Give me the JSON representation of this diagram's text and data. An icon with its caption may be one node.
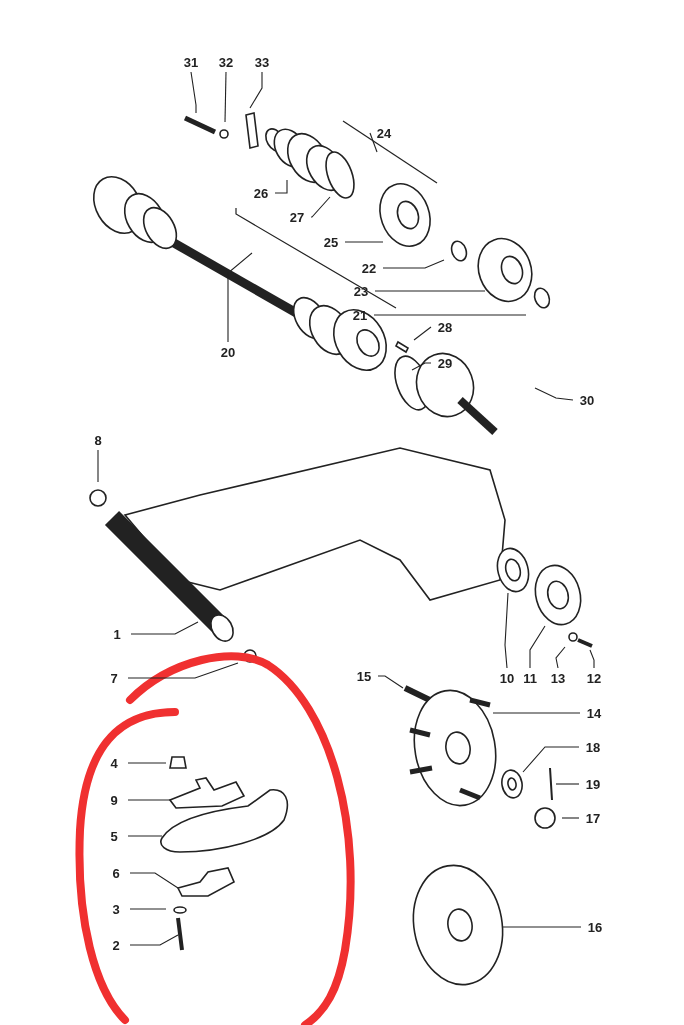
{
  "diagram": {
    "nodes": [
      {
        "text": [
          "31"
        ]
      },
      {
        "text": [
          "32"
        ]
      },
      {
        "text": [
          "33"
        ]
      },
      {
        "text": [
          "24"
        ]
      },
      {
        "text": [
          "26"
        ]
      },
      {
        "text": [
          "27"
        ]
      },
      {
        "text": [
          "25"
        ]
      },
      {
        "text": [
          "22"
        ]
      },
      {
        "text": [
          "23"
        ]
      },
      {
        "text": [
          "21"
        ]
      },
      {
        "text": [
          "20"
        ]
      },
      {
        "text": [
          "28"
        ]
      },
      {
        "text": [
          "29"
        ]
      },
      {
        "text": [
          "30"
        ]
      },
      {
        "text": [
          "8"
        ]
      },
      {
        "text": [
          "1"
        ]
      },
      {
        "text": [
          "10"
        ]
      },
      {
        "text": [
          "11"
        ]
      },
      {
        "text": [
          "13"
        ]
      },
      {
        "text": [
          "12"
        ]
      },
      {
        "text": [
          "7"
        ]
      },
      {
        "text": [
          "15"
        ]
      },
      {
        "text": [
          "14"
        ]
      },
      {
        "text": [
          "4"
        ]
      },
      {
        "text": [
          "18"
        ]
      },
      {
        "text": [
          "19"
        ]
      },
      {
        "text": [
          "9"
        ]
      },
      {
        "text": [
          "17"
        ]
      },
      {
        "text": [
          "5"
        ]
      },
      {
        "text": [
          "6"
        ]
      },
      {
        "text": [
          "3"
        ]
      },
      {
        "text": [
          "2"
        ]
      },
      {
        "text": [
          "16"
        ]
      }
    ],
    "edges": [
      {
        "from": 0,
        "to": null,
        "arrow": "none"
      },
      {
        "from": 1,
        "to": null,
        "arrow": "none"
      },
      {
        "from": 2,
        "to": null,
        "arrow": "none"
      },
      {
        "from": 3,
        "to": null,
        "arrow": "none"
      },
      {
        "from": 4,
        "to": null,
        "arrow": "none"
      },
      {
        "from": 5,
        "to": null,
        "arrow": "none"
      },
      {
        "from": 6,
        "to": null,
        "arrow": "none"
      },
      {
        "from": 7,
        "to": null,
        "arrow": "none"
      },
      {
        "from": 8,
        "to": null,
        "arrow": "none"
      },
      {
        "from": 9,
        "to": null,
        "arrow": "none"
      },
      {
        "from": 10,
        "to": null,
        "arrow": "none"
      },
      {
        "from": 11,
        "to": null,
        "arrow": "none"
      },
      {
        "from": 12,
        "to": null,
        "arrow": "none"
      },
      {
        "from": 13,
        "to": null,
        "arrow": "none"
      },
      {
        "from": 14,
        "to": null,
        "arrow": "none"
      },
      {
        "from": 15,
        "to": null,
        "arrow": "none"
      },
      {
        "from": 16,
        "to": null,
        "arrow": "none"
      },
      {
        "from": 17,
        "to": null,
        "arrow": "none"
      },
      {
        "from": 18,
        "to": null,
        "arrow": "none"
      },
      {
        "from": 19,
        "to": null,
        "arrow": "none"
      },
      {
        "from": 20,
        "to": null,
        "arrow": "none"
      },
      {
        "from": 21,
        "to": null,
        "arrow": "none"
      },
      {
        "from": 22,
        "to": null,
        "arrow": "none"
      },
      {
        "from": 23,
        "to": null,
        "arrow": "none"
      },
      {
        "from": 24,
        "to": null,
        "arrow": "none"
      },
      {
        "from": 25,
        "to": null,
        "arrow": "none"
      },
      {
        "from": 26,
        "to": null,
        "arrow": "none"
      },
      {
        "from": 27,
        "to": null,
        "arrow": "none"
      },
      {
        "from": 28,
        "to": null,
        "arrow": "none"
      },
      {
        "from": 29,
        "to": null,
        "arrow": "none"
      },
      {
        "from": 30,
        "to": null,
        "arrow": "none"
      },
      {
        "from": 31,
        "to": null,
        "arrow": "none"
      },
      {
        "from": 32,
        "to": null,
        "arrow": "none"
      }
    ]
  }
}
